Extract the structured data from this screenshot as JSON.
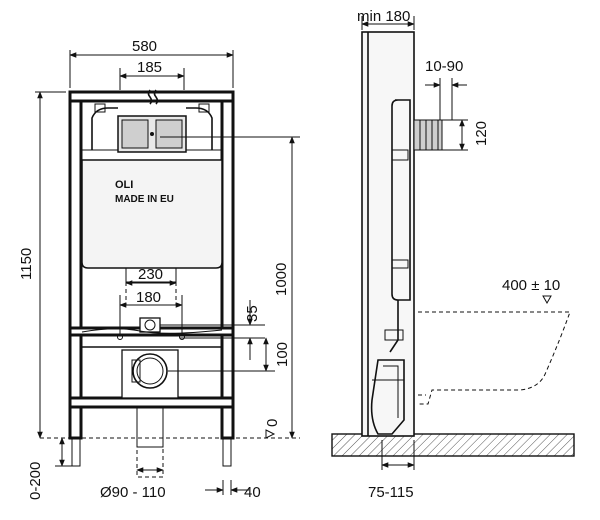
{
  "dimensions": {
    "width_580": "580",
    "width_185": "185",
    "height_1150": "1150",
    "height_1000": "1000",
    "width_230": "230",
    "width_180": "180",
    "dim_35": "35",
    "dim_100": "100",
    "level_0": "0",
    "range_0_200": "0-200",
    "diameter": "Ø90 - 110",
    "dim_40": "40",
    "min_180": "min 180",
    "range_10_90": "10-90",
    "dim_120": "120",
    "range_75_115": "75-115",
    "height_400": "400 ± 10"
  },
  "branding": {
    "logo": "OLI",
    "made_in": "MADE IN EU"
  }
}
